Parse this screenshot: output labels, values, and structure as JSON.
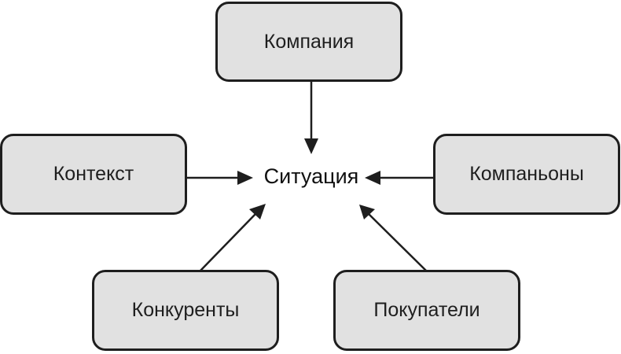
{
  "diagram": {
    "center": "Ситуация",
    "nodes": {
      "top": "Компания",
      "left": "Контекст",
      "right": "Компаньоны",
      "bottom_left": "Конкуренты",
      "bottom_right": "Покупатели"
    },
    "edges": [
      {
        "from": "Компания",
        "to": "Ситуация"
      },
      {
        "from": "Контекст",
        "to": "Ситуация"
      },
      {
        "from": "Компаньоны",
        "to": "Ситуация"
      },
      {
        "from": "Конкуренты",
        "to": "Ситуация"
      },
      {
        "from": "Покупатели",
        "to": "Ситуация"
      }
    ],
    "colors": {
      "box_fill": "#e1e1e1",
      "stroke": "#1e1e1e"
    }
  }
}
